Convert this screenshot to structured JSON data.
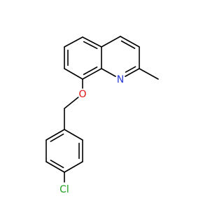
{
  "molecule": {
    "atoms": [
      {
        "id": "c1",
        "element": "C"
      },
      {
        "id": "c2",
        "element": "C"
      },
      {
        "id": "c3",
        "element": "C"
      },
      {
        "id": "c4",
        "element": "C"
      },
      {
        "id": "c5",
        "element": "C"
      },
      {
        "id": "c6",
        "element": "C"
      },
      {
        "id": "c7",
        "element": "C"
      },
      {
        "id": "c8",
        "element": "C"
      },
      {
        "id": "c9",
        "element": "C"
      },
      {
        "id": "n1",
        "element": "N",
        "label": "N"
      },
      {
        "id": "c10",
        "element": "C"
      },
      {
        "id": "c11",
        "element": "C"
      },
      {
        "id": "o1",
        "element": "O",
        "label": "O"
      },
      {
        "id": "c12",
        "element": "C"
      },
      {
        "id": "c13",
        "element": "C"
      },
      {
        "id": "c14",
        "element": "C"
      },
      {
        "id": "c15",
        "element": "C"
      },
      {
        "id": "c16",
        "element": "C"
      },
      {
        "id": "c17",
        "element": "C"
      },
      {
        "id": "c18",
        "element": "C"
      },
      {
        "id": "cl1",
        "element": "Cl",
        "label": "Cl"
      }
    ],
    "bonds": [
      [
        "c1",
        "c2",
        2
      ],
      [
        "c2",
        "c3",
        1
      ],
      [
        "c3",
        "c4",
        2
      ],
      [
        "c4",
        "c9",
        1
      ],
      [
        "c9",
        "c1",
        1
      ],
      [
        "c4",
        "c5",
        1
      ],
      [
        "c5",
        "c6",
        2
      ],
      [
        "c6",
        "c7",
        1
      ],
      [
        "c7",
        "n1",
        2
      ],
      [
        "n1",
        "c9",
        1
      ],
      [
        "c9",
        "c8",
        1
      ],
      [
        "c8",
        "c1",
        1
      ],
      [
        "c7",
        "c10",
        1
      ],
      [
        "c8",
        "o1",
        1
      ],
      [
        "o1",
        "c11",
        1
      ],
      [
        "c11",
        "c12",
        1
      ],
      [
        "c12",
        "c13",
        2
      ],
      [
        "c13",
        "c14",
        1
      ],
      [
        "c14",
        "c15",
        2
      ],
      [
        "c15",
        "c16",
        1
      ],
      [
        "c16",
        "c17",
        2
      ],
      [
        "c17",
        "c12",
        1
      ],
      [
        "c15",
        "cl1",
        1
      ]
    ]
  },
  "colors": {
    "bond": "#000000",
    "N": "#2a3bd4",
    "O": "#e01010",
    "Cl": "#1fa01f",
    "background": "#ffffff"
  }
}
